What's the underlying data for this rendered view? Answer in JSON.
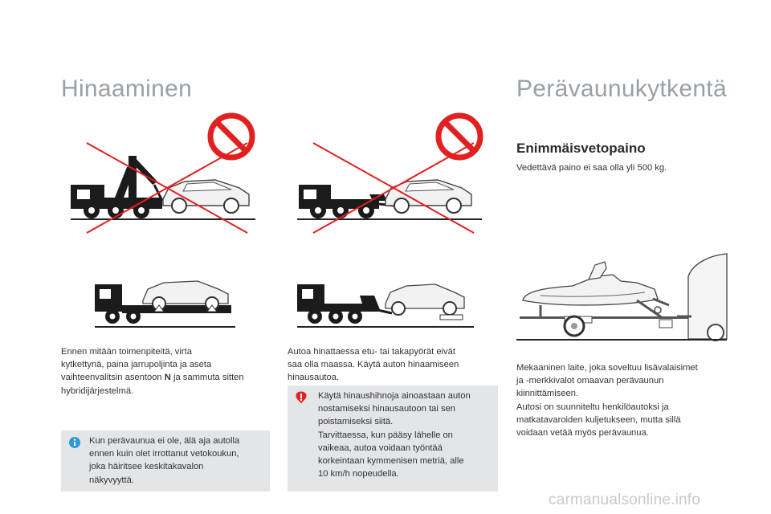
{
  "left_page": {
    "title": "Hinaaminen",
    "paragraph_lines": [
      "Ennen mitään toimenpiteitä, virta",
      "kytkettynä, paina jarrupoljinta ja aseta"
    ],
    "gear_line": {
      "before": "vaihteenvalitsin asentoon ",
      "gear": "N",
      "after": " ja sammuta sitten"
    },
    "paragraph_last": "hybridijärjestelmä.",
    "info_box": {
      "icon": "info-icon",
      "lines": [
        "Kun perävaunua ei ole, älä aja autolla",
        "ennen kuin olet irrottanut vetokoukun,",
        "joka häiritsee keskitakavalon",
        "näkyvyyttä."
      ]
    }
  },
  "middle": {
    "paragraph_lines": [
      "Autoa hinattaessa etu- tai takapyörät eivät",
      "saa olla maassa. Käytä auton hinaamiseen",
      "hinausautoa."
    ],
    "warning_box": {
      "icon": "warning-icon",
      "lines": [
        "Käytä hinaushihnoja ainoastaan auton",
        "nostamiseksi hinausautoon tai sen",
        "poistamiseksi siitä.",
        "Tarvittaessa, kun pääsy lähelle on",
        "vaikeaa, autoa voidaan työntää",
        "korkeintaan kymmenisen metriä, alle",
        "10 km/h nopeudella."
      ]
    }
  },
  "right_page": {
    "title": "Perävaunukytkentä",
    "subtitle": "Enimmäisvetopaino",
    "intro": "Vedettävä paino ei saa olla yli 500 kg.",
    "paragraph_lines": [
      "Mekaaninen laite, joka soveltuu lisävalaisimet",
      "ja -merkkivalot omaavan perävaunun",
      "kiinnittämiseen.",
      "Autosi on suunniteltu henkilöautoksi ja",
      "matkatavaroiden kuljetukseen, mutta sillä",
      "voidaan vetää myös perävaunua."
    ]
  },
  "watermark": "carmanualsonline.info",
  "colors": {
    "prohibit_red": "#e2201f",
    "box_grey": "#e4e5e7",
    "title_grey": "#9aa0a6",
    "info_blue": "#2a9bd8"
  }
}
